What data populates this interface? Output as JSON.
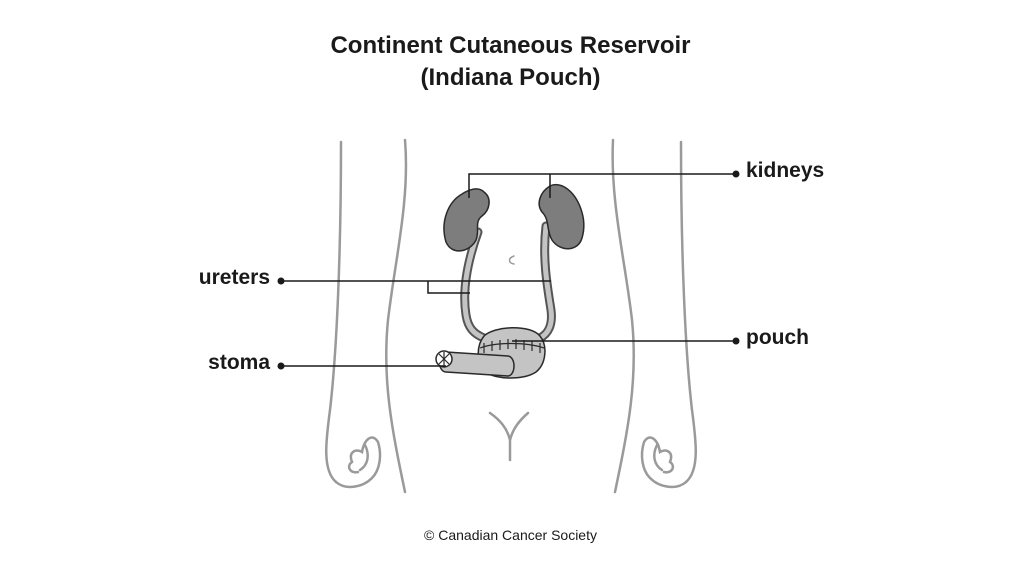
{
  "title": {
    "line1": "Continent Cutaneous Reservoir",
    "line2": "(Indiana Pouch)"
  },
  "labels": {
    "kidneys": "kidneys",
    "ureters": "ureters",
    "pouch": "pouch",
    "stoma": "stoma"
  },
  "credit": "© Canadian Cancer Society",
  "colors": {
    "outline": "#9a9a9a",
    "kidney_fill": "#7d7d7d",
    "pouch_fill": "#c4c4c4",
    "leader_line": "#1a1a1a"
  }
}
